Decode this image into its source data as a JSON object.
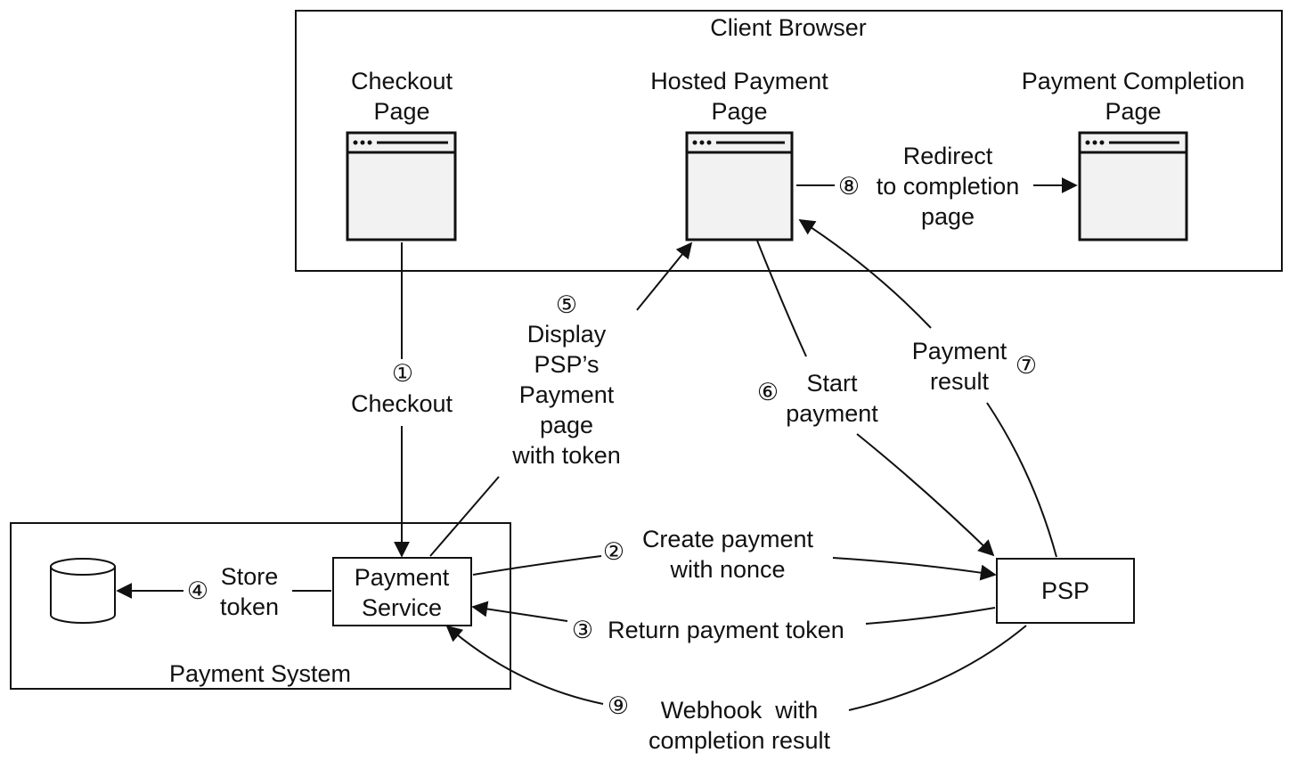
{
  "groups": {
    "client_browser": "Client Browser",
    "payment_system": "Payment System"
  },
  "pages": {
    "checkout": [
      "Checkout",
      "Page"
    ],
    "hosted": [
      "Hosted Payment",
      "Page"
    ],
    "completion": [
      "Payment Completion",
      "Page"
    ]
  },
  "nodes": {
    "payment_service": [
      "Payment",
      "Service"
    ],
    "psp": "PSP",
    "database_icon": "cylinder-database-icon"
  },
  "steps": {
    "s1": {
      "num": "①",
      "lines": [
        "Checkout"
      ]
    },
    "s2": {
      "num": "②",
      "lines": [
        "Create payment",
        "with nonce"
      ]
    },
    "s3": {
      "num": "③",
      "lines": [
        "Return payment token"
      ]
    },
    "s4": {
      "num": "④",
      "lines": [
        "Store",
        "token"
      ]
    },
    "s5": {
      "num": "⑤",
      "lines": [
        "Display",
        "PSP’s",
        "Payment",
        "page",
        "with token"
      ]
    },
    "s6": {
      "num": "⑥",
      "lines": [
        "Start",
        "payment"
      ]
    },
    "s7": {
      "num": "⑦",
      "lines": [
        "Payment",
        "result"
      ]
    },
    "s8": {
      "num": "⑧",
      "lines": [
        "Redirect",
        "to completion",
        "page"
      ]
    },
    "s9": {
      "num": "⑨",
      "lines": [
        "Webhook  with",
        "completion result"
      ]
    }
  },
  "colors": {
    "ink": "#111111",
    "page_fill": "#f2f2f2",
    "background": "#ffffff"
  }
}
